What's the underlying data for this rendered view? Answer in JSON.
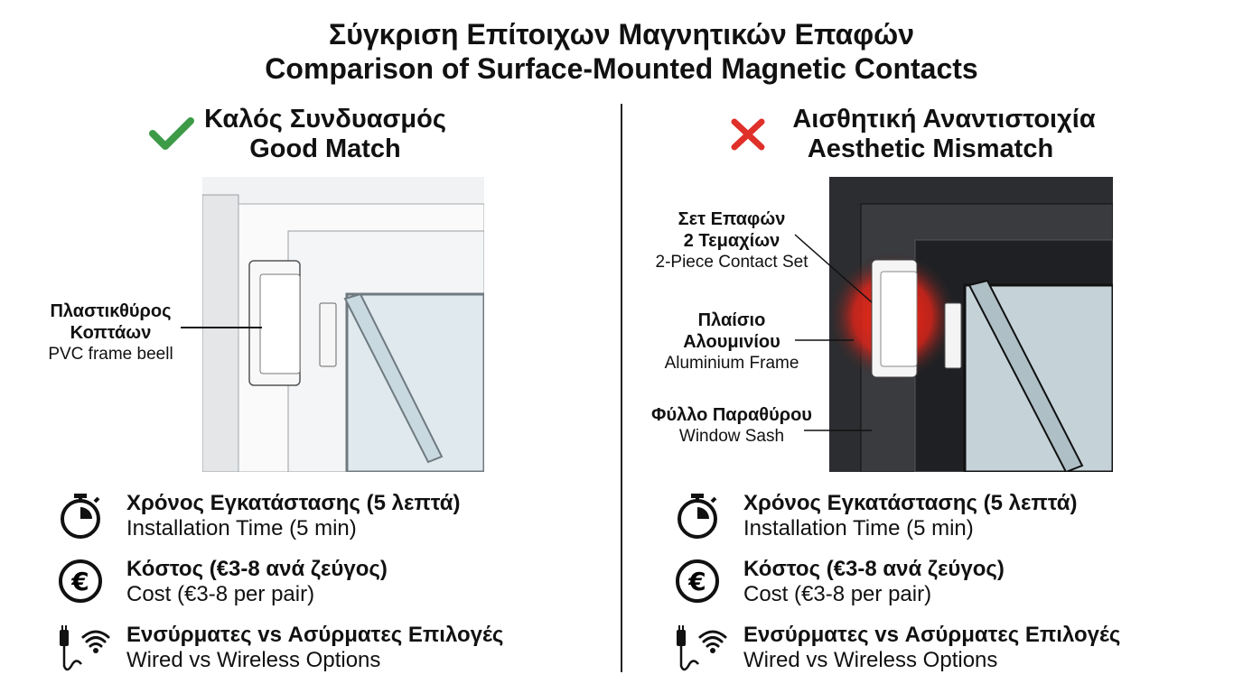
{
  "title": {
    "greek": "Σύγκριση Επίτοιχων Μαγνητικών Επαφών",
    "english": "Comparison of Surface-Mounted Magnetic Contacts"
  },
  "left": {
    "icon": "check-icon",
    "accent": "#3d9b48",
    "heading_greek": "Καλός Συνδυασμός",
    "heading_english": "Good Match",
    "labels": [
      {
        "greek_1": "Πλαστικθύρος",
        "greek_2": "Κοπτάων",
        "english": "PVC frame beell"
      }
    ]
  },
  "right": {
    "icon": "x-icon",
    "accent": "#e0302a",
    "heading_greek": "Αισθητική Αναντιστοιχία",
    "heading_english": "Aesthetic Mismatch",
    "labels": [
      {
        "greek_1": "Σετ Επαφών",
        "greek_2": "2 Τεμαχίων",
        "english": "2-Piece Contact Set"
      },
      {
        "greek_1": "Πλαίσιο",
        "greek_2": "Αλουμινίου",
        "english": "Aluminium Frame"
      },
      {
        "greek_1": "Φύλλο Παραθύρου",
        "greek_2": "",
        "english": "Window Sash"
      }
    ]
  },
  "features": [
    {
      "icon": "stopwatch-icon",
      "greek": "Χρόνος Εγκατάστασης (5 λεπτά)",
      "english": "Installation Time (5 min)"
    },
    {
      "icon": "euro-icon",
      "greek": "Κόστος (€3-8 ανά ζεύγος)",
      "english": "Cost (€3-8 per pair)"
    },
    {
      "icon": "wired-wireless-icon",
      "greek": "Ενσύρματες vs Ασύρματες Επιλογές",
      "english": "Wired vs Wireless Options"
    }
  ]
}
